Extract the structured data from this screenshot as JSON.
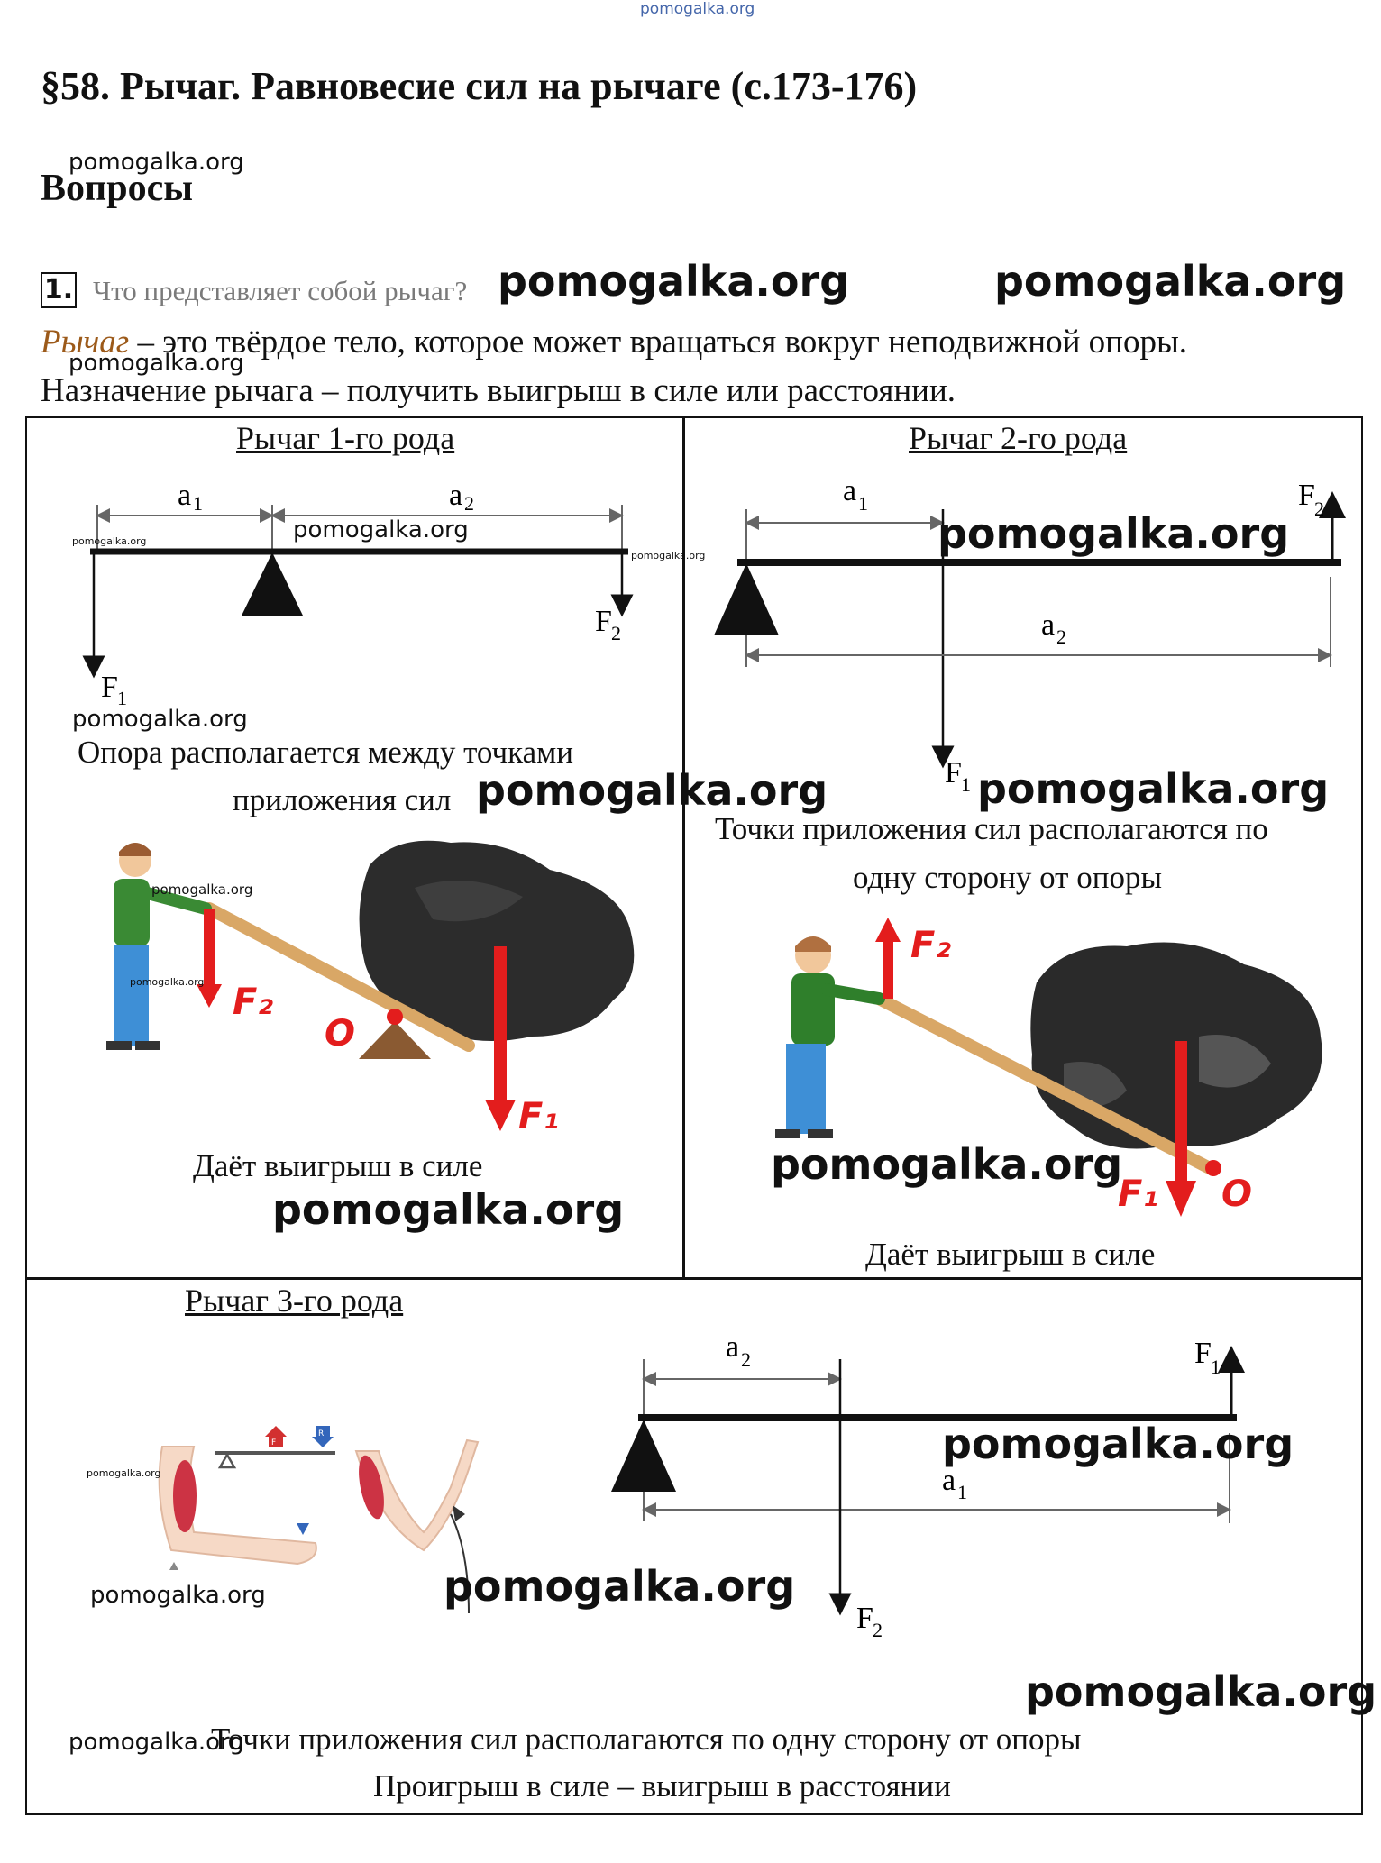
{
  "header_watermark": "pomogalka.org",
  "title": "§58. Рычаг. Равновесие сил на рычаге (с.173-176)",
  "section": "Вопросы",
  "question": {
    "number": "1.",
    "text": "Что представляет собой рычаг?"
  },
  "definition": {
    "term": "Рычаг",
    "rest": " – это твёрдое тело, которое может вращаться вокруг неподвижной опоры.",
    "purpose": "Назначение рычага – получить выигрыш в силе или расстоянии."
  },
  "lever1": {
    "caption": "Рычаг 1-го рода",
    "note_line1": "Опора располагается между точками",
    "note_line2": "приложения сил",
    "result": "Даёт выигрыш в силе",
    "labels": {
      "a1": "a",
      "a1_sub": "1",
      "a2": "a",
      "a2_sub": "2",
      "f1": "F",
      "f1_sub": "1",
      "f2": "F",
      "f2_sub": "2",
      "pivot": "O",
      "vf1": "F₁",
      "vf2": "F₂"
    }
  },
  "lever2": {
    "caption": "Рычаг 2-го рода",
    "note_line1": "Точки приложения сил располагаются по",
    "note_line2": "одну сторону от опоры",
    "result": "Даёт выигрыш в силе",
    "labels": {
      "a1": "a",
      "a1_sub": "1",
      "a2": "a",
      "a2_sub": "2",
      "f1": "F",
      "f1_sub": "1",
      "f2": "F",
      "f2_sub": "2",
      "pivot": "O",
      "vf1": "F₁",
      "vf2": "F₂"
    }
  },
  "lever3": {
    "caption": "Рычаг 3-го рода",
    "note_line1": "Точки приложения сил располагаются по одну сторону от опоры",
    "note_line2": "Проигрыш в силе – выигрыш в расстоянии",
    "labels": {
      "a1": "a",
      "a1_sub": "1",
      "a2": "a",
      "a2_sub": "2",
      "f1": "F",
      "f1_sub": "1",
      "f2": "F",
      "f2_sub": "2",
      "arm_f": "F",
      "arm_r": "R"
    }
  },
  "watermark": "pomogalka.org",
  "colors": {
    "force": "#e31d1d",
    "rock": "#2a2a2a",
    "plank": "#d9a766",
    "term": "#9c5a1a"
  }
}
